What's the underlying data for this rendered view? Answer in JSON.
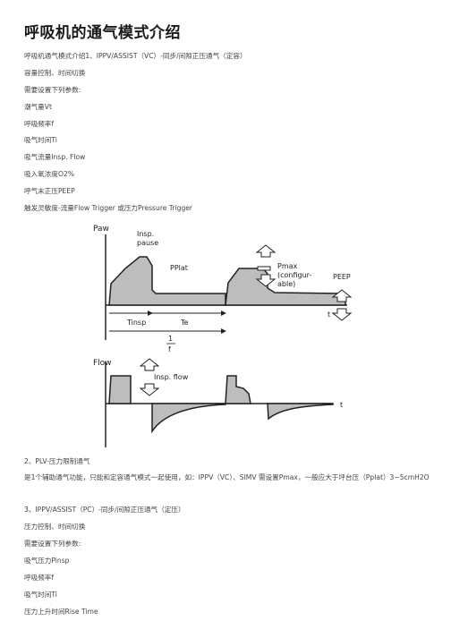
{
  "title": "呼吸机的通气模式介绍",
  "lines_top": [
    "呼吸机通气模式介绍1、IPPV/ASSIST（VC）-同步/间隙正压通气（定容）",
    "容量控制、时间切换",
    "需要设置下列参数:",
    "潮气量Vt",
    "呼吸频率f",
    "吸气时间Ti",
    "吸气流量Insp. Flow",
    "吸入氧浓度O2%",
    "呼气末正压PEEP",
    "触发灵敏度-流量Flow Trigger 或压力Pressure Trigger"
  ],
  "figure": {
    "paw": "Paw",
    "insp_pause_1": "Insp.",
    "insp_pause_2": "pause",
    "pplat": "PPlat",
    "pmax_1": "Pmax",
    "pmax_2": "(configur-",
    "pmax_3": "able)",
    "peep": "PEEP",
    "t_top": "t",
    "tinsp": "Tinsp",
    "te": "Te",
    "one": "1",
    "f": "f",
    "flow": "Flow",
    "insp_flow": "Insp. flow",
    "t_bottom": "t"
  },
  "lines_bottom": [
    "2、PLV-压力限制通气",
    "是1个辅助通气功能，只能和定容通气模式一起使用，如：IPPV（VC）、SIMV 需设置Pmax，一般应大于坪台压（Pplat）3~5cmH2O",
    "3、IPPV/ASSIST（PC）-同步/间隙正压通气（定压）",
    "压力控制、时间切换",
    "需要设置下列参数:",
    "吸气压力Pinsp",
    "呼吸频率f",
    "吸气时间Ti",
    "压力上升时间Rise Time"
  ]
}
